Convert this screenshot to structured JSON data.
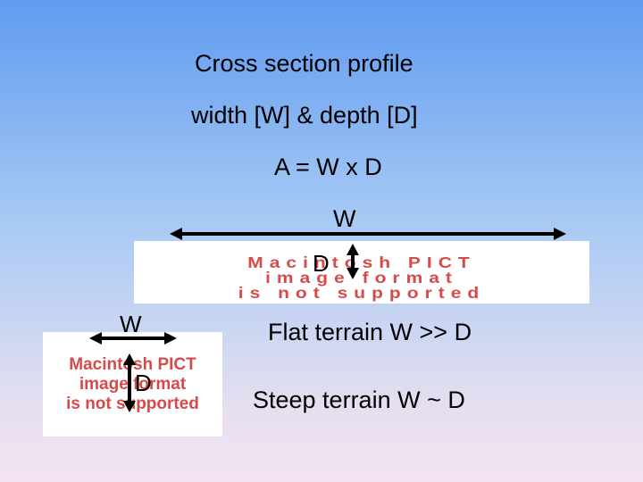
{
  "slide": {
    "title_line1": "Cross section profile",
    "title_line2": "width [W] & depth [D]",
    "formula": "A = W x D",
    "label_w_top": "W",
    "label_d_top": "D",
    "label_w_left": "W",
    "label_d_left": "D",
    "flat_terrain": "Flat terrain W >> D",
    "steep_terrain": "Steep terrain W ~ D"
  },
  "placeholder_wide": {
    "line1": "Macintosh PICT",
    "line2": "image format",
    "line3": "is not supported"
  },
  "placeholder_small": {
    "line1": "Macintosh PICT",
    "line2": "image format",
    "line3": "is not supported"
  },
  "colors": {
    "placeholder_text": "#d64a4a",
    "background_top": "#5f9bf0",
    "background_bottom": "#f3e4f0"
  }
}
